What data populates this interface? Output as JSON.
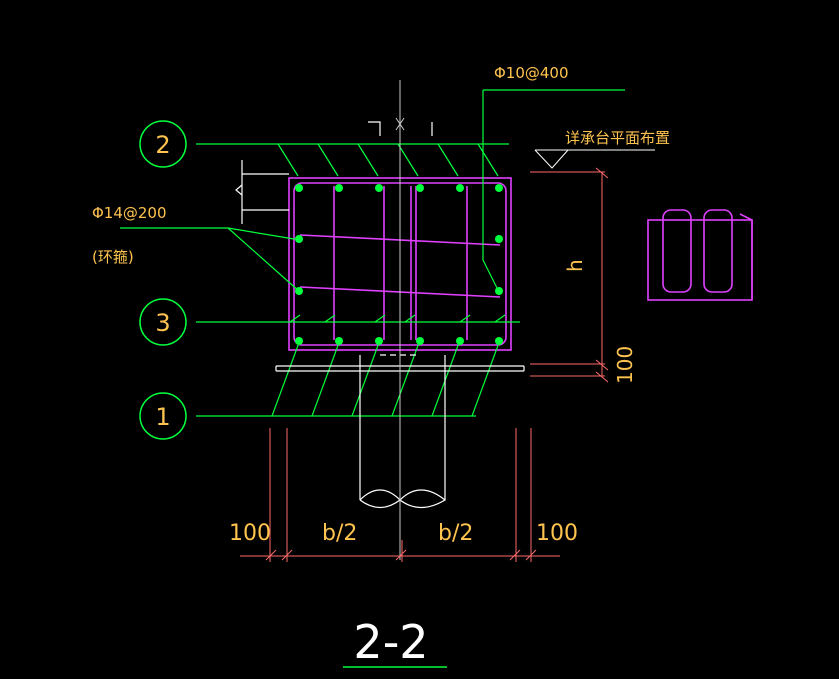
{
  "colors": {
    "background": "#000000",
    "green": "#00ff3c",
    "magenta": "#e040ff",
    "white": "#ffffff",
    "orange": "#ffc44f",
    "red": "#ff6a6a",
    "gray": "#c8c8c8"
  },
  "labels": {
    "top_rebar": "Φ10@400",
    "side_rebar": "Φ14@200",
    "side_rebar_note": "(环箍)",
    "cap_note": "详承台平面布置",
    "height": "h",
    "dim_100_right": "100",
    "dim_left_100": "100",
    "dim_b2_left": "b/2",
    "dim_b2_right": "b/2",
    "dim_right_100": "100",
    "section_title": "2-2"
  },
  "callouts": [
    {
      "id": "callout-2",
      "number": "2"
    },
    {
      "id": "callout-3",
      "number": "3"
    },
    {
      "id": "callout-1",
      "number": "1"
    }
  ]
}
